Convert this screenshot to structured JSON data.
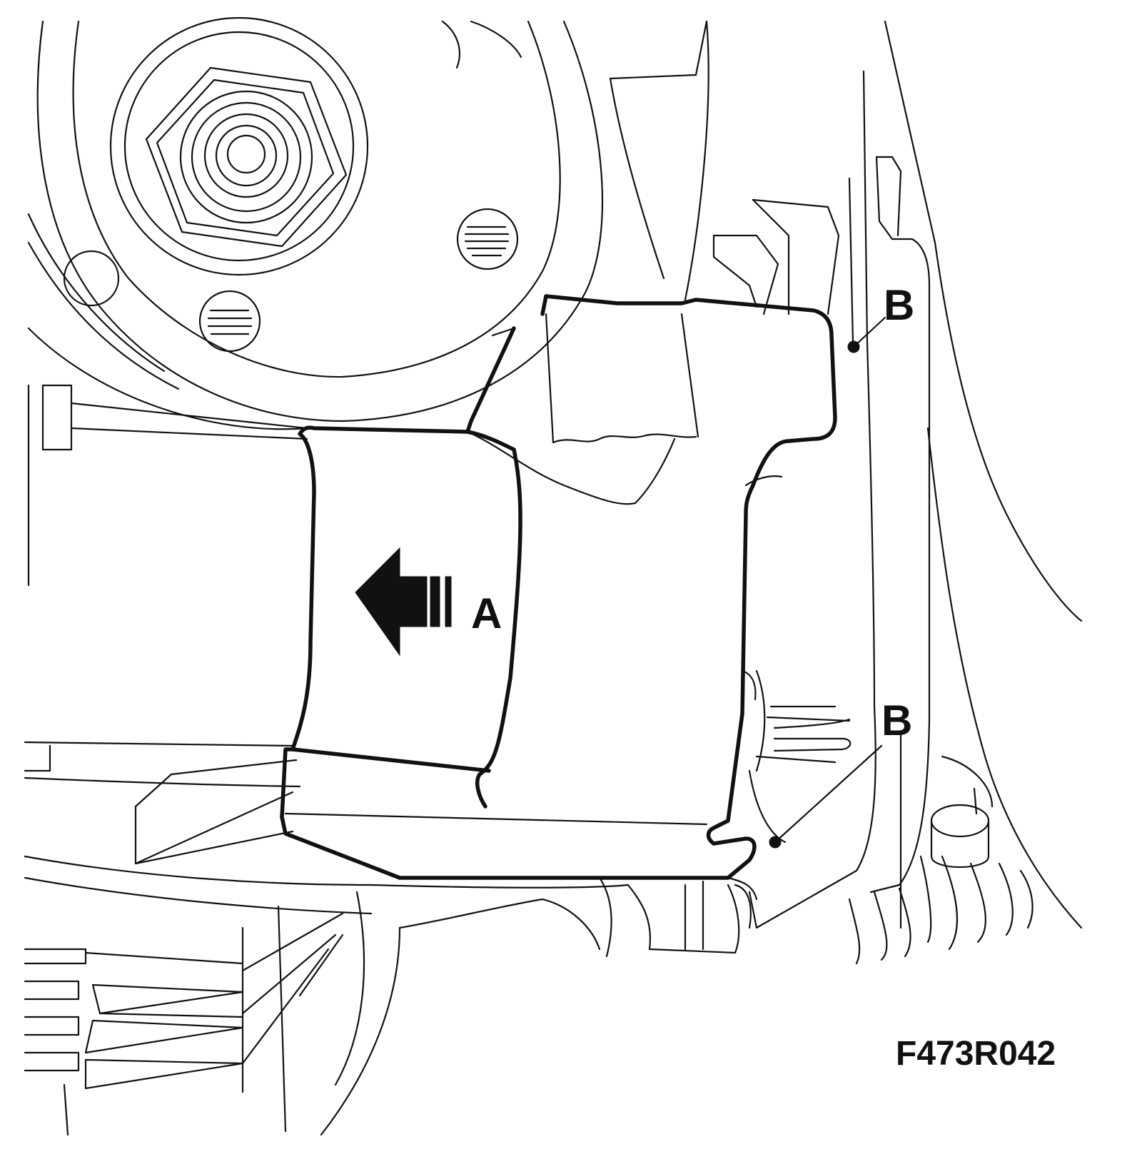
{
  "figure": {
    "figure_code": "F473R042",
    "callouts": {
      "a": "A",
      "b_upper": "B",
      "b_lower": "B"
    }
  },
  "colors": {
    "ink": "#111111",
    "paper": "#ffffff"
  }
}
